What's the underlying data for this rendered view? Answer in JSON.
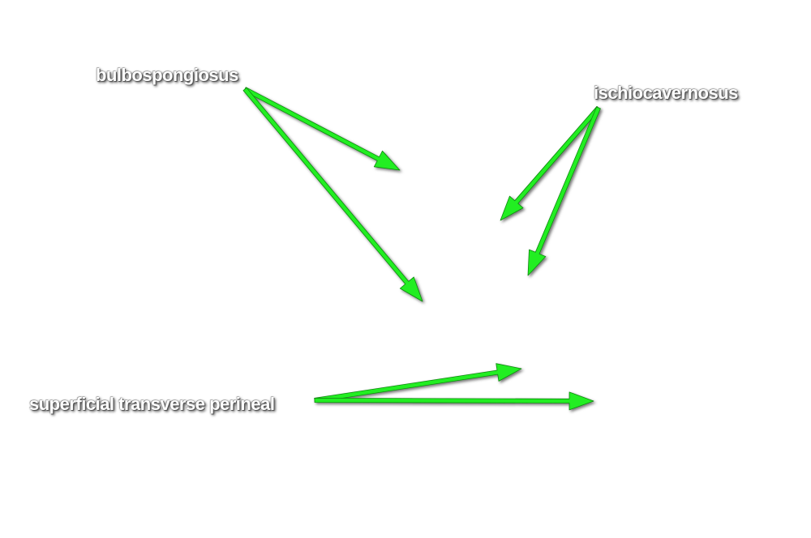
{
  "labels": {
    "bulbospongiosus": "bulbospongiosus",
    "ischiocavernosus": "ischiocavernosus",
    "superficial_transverse_perineal": "superficial transverse perineal"
  },
  "colors": {
    "arrow": "#22ee22",
    "arrow_outline": "#118811",
    "label_text": "#ffffff"
  }
}
